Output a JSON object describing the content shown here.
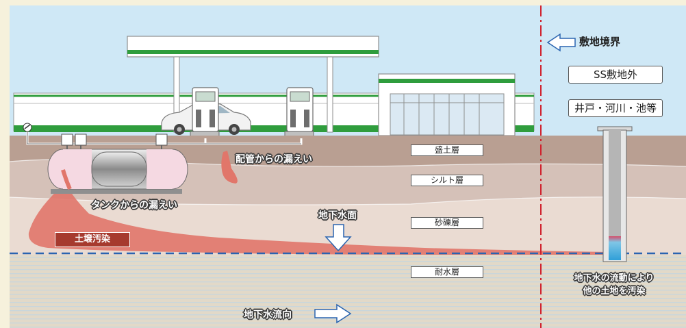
{
  "labels": {
    "boundary": "敷地境界",
    "ss_outside": "SS敷地外",
    "wells": "井戸・河川・池等",
    "pipe_leak": "配管からの漏えい",
    "tank_leak": "タンクからの漏えい",
    "groundwater_surface": "地下水面",
    "soil_contamination": "土壌汚染",
    "groundwater_flow": "地下水流向",
    "other_land": "地下水の流動により\n他の土地を汚染"
  },
  "layers": {
    "fill": "盛土層",
    "silt": "シルト層",
    "gravel": "砂礫層",
    "impermeable": "耐水層"
  },
  "colors": {
    "sky": "#cfe8f6",
    "fill_layer": "#b99f92",
    "silt_layer": "#d5c1b8",
    "gravel_layer": "#eadbd2",
    "contamination": "#e1766a",
    "water_table": "#2a64b0",
    "boundary_line": "#d0202c",
    "green_strip": "#2f9d3d"
  }
}
